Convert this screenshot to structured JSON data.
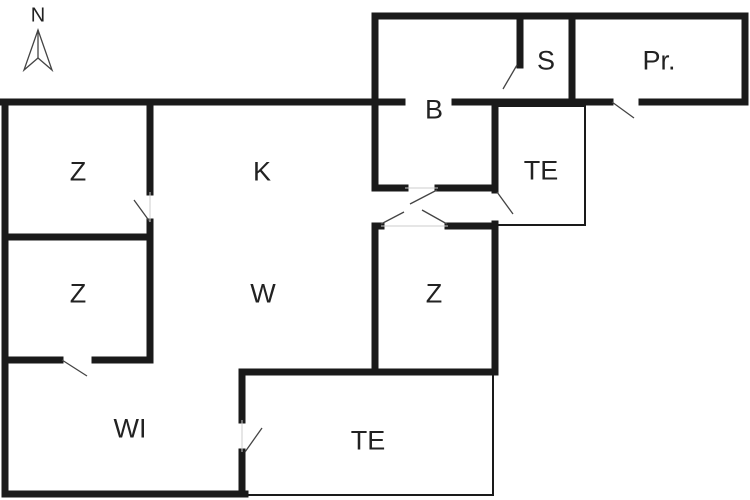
{
  "compass": {
    "label": "N"
  },
  "rooms": [
    {
      "id": "z1",
      "label": "Z"
    },
    {
      "id": "k",
      "label": "K"
    },
    {
      "id": "b",
      "label": "B"
    },
    {
      "id": "s",
      "label": "S"
    },
    {
      "id": "pr",
      "label": "Pr."
    },
    {
      "id": "te1",
      "label": "TE"
    },
    {
      "id": "z2",
      "label": "Z"
    },
    {
      "id": "w",
      "label": "W"
    },
    {
      "id": "z3",
      "label": "Z"
    },
    {
      "id": "wi",
      "label": "WI"
    },
    {
      "id": "te2",
      "label": "TE"
    }
  ],
  "colors": {
    "wall": "#1a1a1a",
    "background": "#ffffff"
  }
}
